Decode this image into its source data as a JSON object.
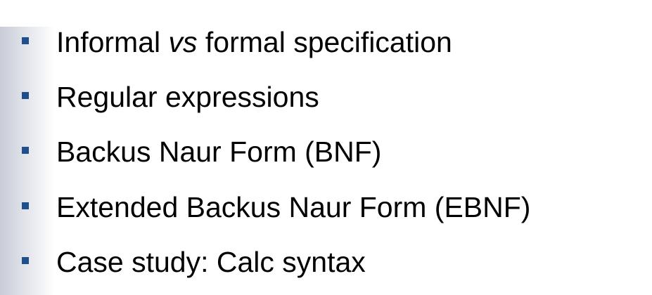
{
  "bullets": [
    {
      "prefix": "Informal ",
      "emphasis": "vs",
      "suffix": " formal specification"
    },
    {
      "text": "Regular expressions"
    },
    {
      "text": "Backus Naur Form (BNF)"
    },
    {
      "text": "Extended Backus Naur Form (EBNF)"
    },
    {
      "text": "Case study: Calc syntax"
    }
  ],
  "colors": {
    "bullet_marker": "#1f4e8c",
    "text": "#000000"
  }
}
